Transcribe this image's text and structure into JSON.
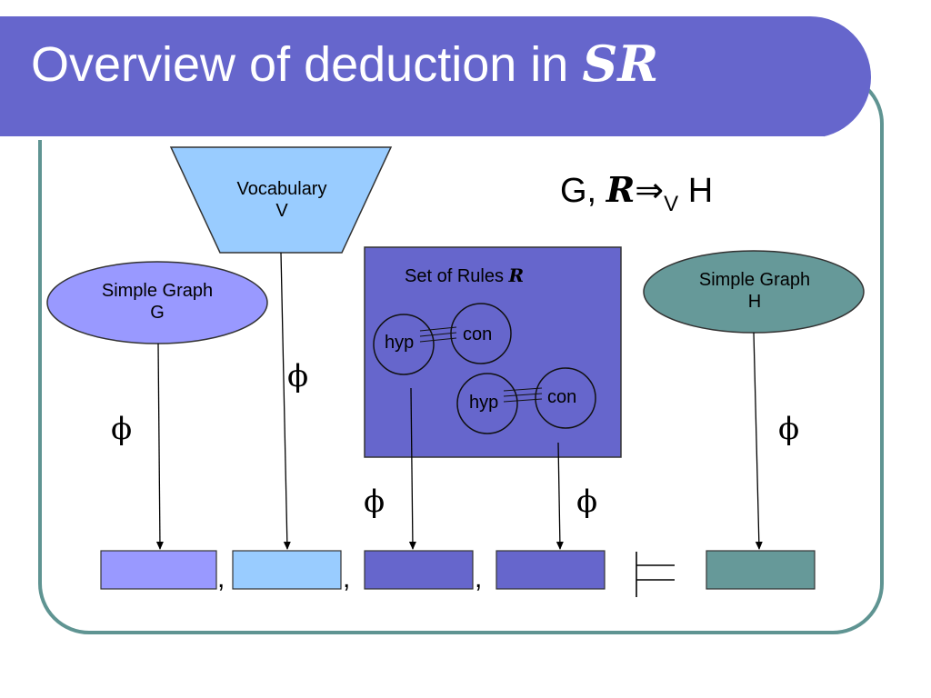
{
  "slide": {
    "title": "Overview of deduction in ",
    "title_script": "SR"
  },
  "formula": {
    "left": "G, ",
    "script": "R",
    "arrow": "⇒",
    "subscript": "V",
    "right": " H"
  },
  "nodes": {
    "vocabulary": {
      "line1": "Vocabulary",
      "line2": "V"
    },
    "graph_g": {
      "line1": "Simple Graph",
      "line2": "G"
    },
    "graph_h": {
      "line1": "Simple Graph",
      "line2": "H"
    },
    "rules": {
      "label": "Set of Rules ",
      "label_script": "R",
      "rule1": {
        "hyp": "hyp",
        "con": "con"
      },
      "rule2": {
        "hyp": "hyp",
        "con": "con"
      }
    }
  },
  "mapping_symbol": "ϕ",
  "separators": [
    ",",
    ",",
    ","
  ],
  "entails_symbol": "|=",
  "colors": {
    "title_bg": "#6666cc",
    "frame": "#5f9492",
    "graph_g": "#9999ff",
    "vocabulary": "#99ccff",
    "rules": "#6666cc",
    "graph_h": "#669999"
  }
}
